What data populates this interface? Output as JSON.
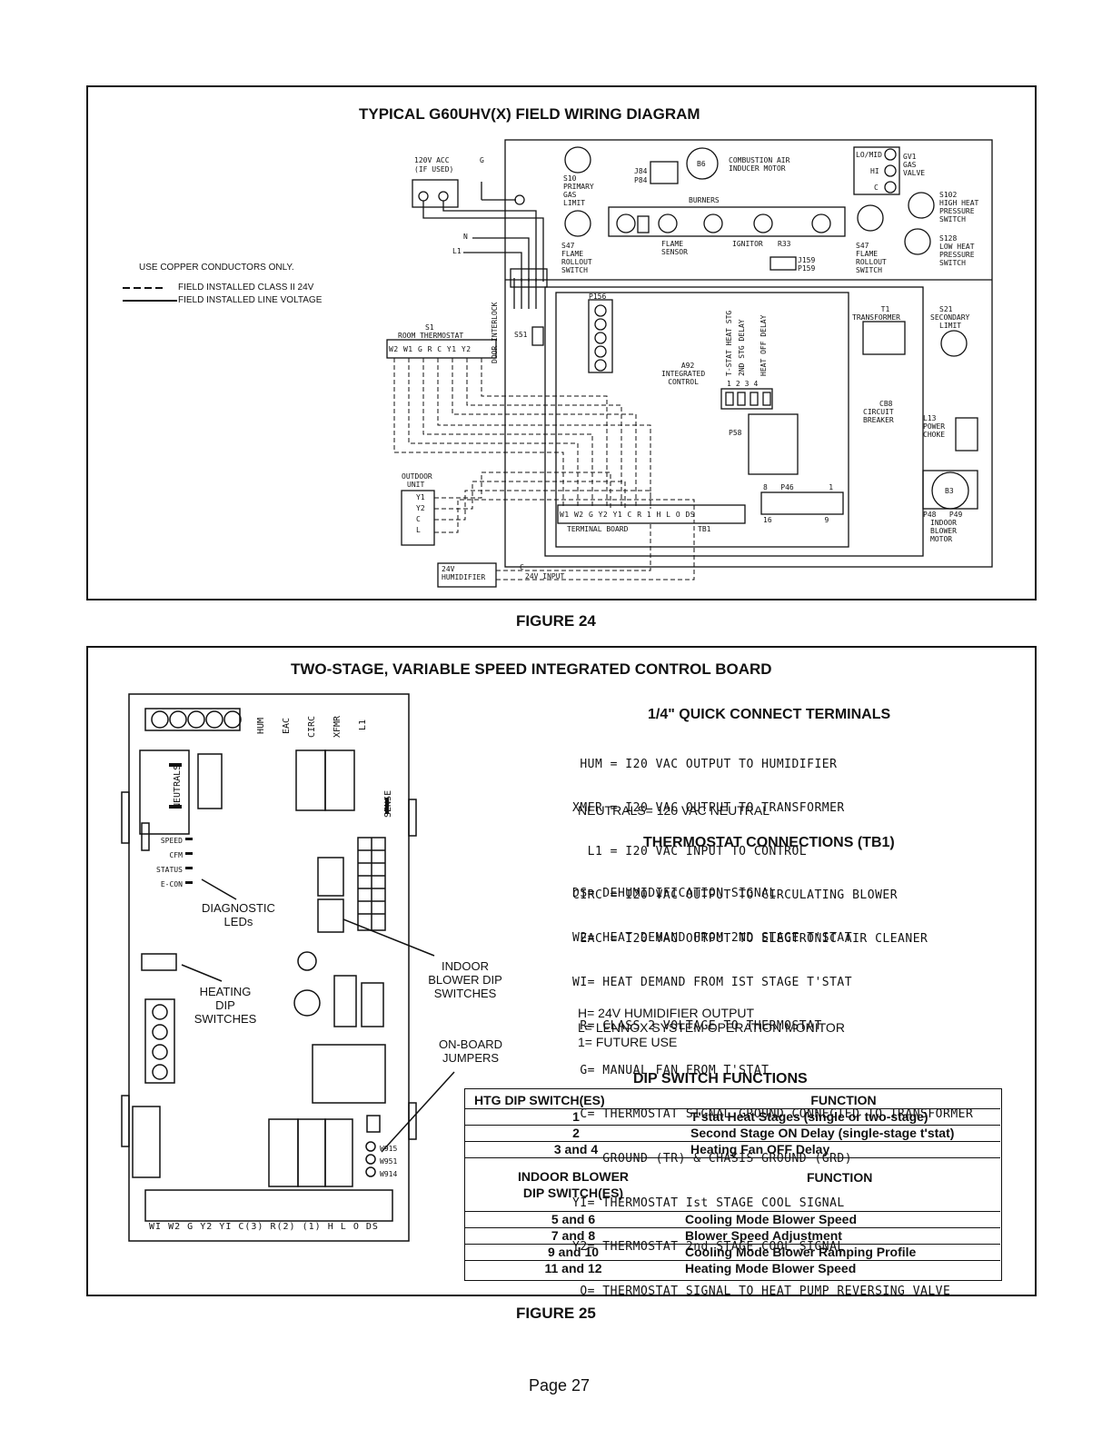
{
  "fig24": {
    "title": "TYPICAL G60UHV(X) FIELD WIRING DIAGRAM",
    "caption": "FIGURE 24",
    "legend": {
      "heading": "USE COPPER CONDUCTORS ONLY.",
      "dashed": "FIELD INSTALLED CLASS II 24V",
      "solid": "FIELD INSTALLED LINE VOLTAGE"
    },
    "labels": {
      "acc": "120V ACC",
      "acc2": "(IF USED)",
      "g": "G",
      "n": "N",
      "l1": "L1",
      "s10": "S10",
      "s10b": "PRIMARY",
      "s10c": "GAS",
      "s10d": "LIMIT",
      "j84": "J84",
      "p84": "P84",
      "b6": "B6",
      "comb1": "COMBUSTION AIR",
      "comb2": "INDUCER MOTOR",
      "burners": "BURNERS",
      "flame1": "FLAME",
      "flame2": "SENSOR",
      "ignitor": "IGNITOR",
      "r33": "R33",
      "s47a": "S47",
      "s47b": "FLAME",
      "s47c": "ROLLOUT",
      "s47d": "SWITCH",
      "j159": "J159",
      "p159": "P159",
      "s47e": "S47",
      "s47f": "FLAME",
      "s47g": "ROLLOUT",
      "s47h": "SWITCH",
      "lohi_lo": "LO/MID",
      "lohi_hi": "HI",
      "lohi_c": "C",
      "gv1": "GV1",
      "gv1b": "GAS",
      "gv1c": "VALVE",
      "s102": "S102",
      "s102b": "HIGH HEAT",
      "s102c": "PRESSURE",
      "s102d": "SWITCH",
      "s128": "S128",
      "s128b": "LOW HEAT",
      "s128c": "PRESSURE",
      "s128d": "SWITCH",
      "s1": "S1",
      "s1b": "ROOM THERMOSTAT",
      "s51": "S51",
      "door": "DOOR INTERLOCK",
      "p156": "P156",
      "a92": "A92",
      "a92b": "INTEGRATED",
      "a92c": "CONTROL",
      "tstat": "T-STAT HEAT STG",
      "stg2": "2ND STG DELAY",
      "heatoff": "HEAT OFF DELAY",
      "t1": "T1",
      "t1b": "TRANSFORMER",
      "s21": "S21",
      "s21b": "SECONDARY",
      "s21c": "LIMIT",
      "cb8": "CB8",
      "cb8b": "CIRCUIT",
      "cb8c": "BREAKER",
      "l13": "L13",
      "l13b": "POWER",
      "l13c": "CHOKE",
      "p58": "P58",
      "outdoor": "OUTDOOR",
      "outdoor2": "UNIT",
      "p46": "P46",
      "b3": "B3",
      "p48": "P48",
      "p49": "P49",
      "indoor": "INDOOR",
      "blower": "BLOWER",
      "motor": "MOTOR",
      "tb": "TERMINAL BOARD",
      "tb1": "TB1",
      "hum1": "24V",
      "hum2": "HUMIDIFIER",
      "c": "C",
      "input": "24V INPUT",
      "n8": "8",
      "n1": "1",
      "n16": "16",
      "n9": "9",
      "dip1": "1",
      "dip2": "2",
      "dip3": "3",
      "dip4": "4"
    },
    "thermostat_terms": [
      "W2",
      "W1",
      "G",
      "R",
      "C",
      "Y1",
      "Y2"
    ],
    "outdoor_terms": [
      "Y1",
      "Y2",
      "C",
      "L"
    ],
    "tb_terms": [
      "W1",
      "W2",
      "G",
      "Y2",
      "Y1",
      "C",
      "R",
      "1",
      "H",
      "L",
      "O",
      "DS"
    ]
  },
  "fig25": {
    "title": "TWO-STAGE, VARIABLE SPEED INTEGRATED CONTROL BOARD",
    "caption": "FIGURE 25",
    "board": {
      "hum": "HUM",
      "eac": "EAC",
      "circ": "CIRC",
      "xfmr": "XFMR",
      "l1": "L1",
      "neutrals": "NEUTRALS",
      "sense": "SENSE",
      "speed": "SPEED",
      "cfm": "CFM",
      "status": "STATUS",
      "econ": "E-CON",
      "diag1": "DIAGNOSTIC",
      "diag2": "LEDs",
      "heat1": "HEATING",
      "heat2": "DIP",
      "heat3": "SWITCHES",
      "indoor1": "INDOOR",
      "indoor2": "BLOWER DIP",
      "indoor3": "SWITCHES",
      "onboard1": "ON-BOARD",
      "onboard2": "JUMPERS",
      "w915": "W915",
      "w951": "W951",
      "w914": "W914",
      "bottom_terms": [
        "WI",
        "W2",
        "G",
        "Y2",
        "YI",
        "C(3)",
        "R(2)",
        "(1)",
        "H",
        "L",
        "O",
        "DS"
      ]
    },
    "qc_heading": "1/4\" QUICK CONNECT TERMINALS",
    "qc_lines": [
      " HUM = I20 VAC OUTPUT TO HUMIDIFIER",
      "XMFR = I20 VAC OUTPUT TO TRANSFORMER",
      "  L1 = I20 VAC INPUT TO CONTROL",
      "CIRC = I20 VAC OUTPUT TO CIRCULATING BLOWER",
      " EAC = I20 VAC OUTPUT TO ELECTRONIC AIR CLEANER"
    ],
    "qc_neutrals": "NEUTRALS= 120 VAC NEUTRAL",
    "tstat_heading": "THERMOSTAT CONNECTIONS (TB1)",
    "tstat_lines": [
      "DS= DEHUMIDIFICATION SIGNAL",
      "W2= HEAT DEMAND FROM 2ND STAGE T'STAT",
      "WI= HEAT DEMAND FROM IST STAGE T'STAT",
      " R= CLASS 2 VOLTAGE TO THERMOSTAT",
      " G= MANUAL FAN FROM T'STAT",
      " C= THERMOSTAT SIGNAL GROUND CONNECTED TO TRANSFORMER",
      "    GROUND (TR) & CHASIS GROUND (GRD)",
      "YI= THERMOSTAT Ist STAGE COOL SIGNAL",
      "Y2= THERMOSTAT 2nd STAGE COOL SIGNAL",
      " O= THERMOSTAT SIGNAL TO HEAT PUMP REVERSING VALVE"
    ],
    "tstat_plain": [
      "H= 24V HUMIDIFIER OUTPUT",
      "L= LENNOX SYSTEM OPERATION MONITOR",
      "1= FUTURE USE"
    ],
    "dip_heading": "DIP SWITCH FUNCTIONS",
    "dip_table": {
      "htg_header": "HTG DIP SWITCH(ES)",
      "func_header": "FUNCTION",
      "htg_rows": [
        {
          "sw": "1",
          "func": "T'stat Heat Stages (single or two-stage)"
        },
        {
          "sw": "2",
          "func": "Second Stage ON Delay (single-stage t'stat)"
        },
        {
          "sw": "3 and 4",
          "func": "Heating Fan OFF Delay"
        }
      ],
      "blower_header1": "INDOOR BLOWER",
      "blower_header2": "DIP SWITCH(ES)",
      "blower_func_header": "FUNCTION",
      "blower_rows": [
        {
          "sw": "5 and 6",
          "func": "Cooling Mode Blower Speed"
        },
        {
          "sw": "7 and 8",
          "func": "Blower Speed Adjustment"
        },
        {
          "sw": "9 and 10",
          "func": "Cooling Mode Blower Ramping Profile"
        },
        {
          "sw": "11 and 12",
          "func": "Heating Mode Blower Speed"
        }
      ]
    }
  },
  "footer": {
    "page": "Page 27"
  }
}
